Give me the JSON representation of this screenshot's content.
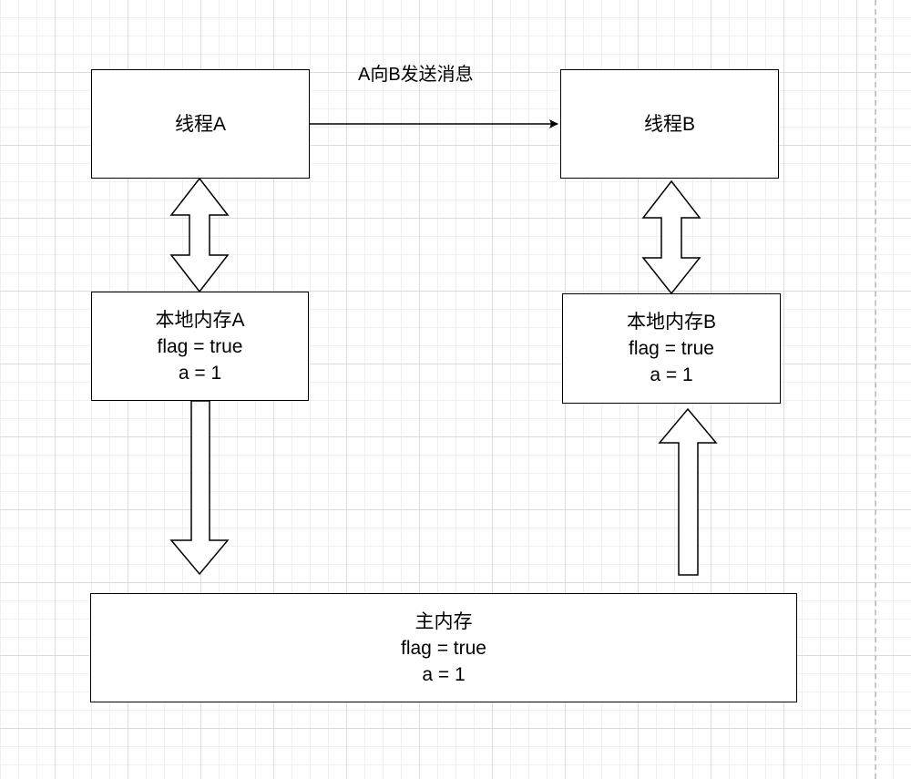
{
  "diagram": {
    "thread_a": {
      "label": "线程A"
    },
    "thread_b": {
      "label": "线程B"
    },
    "message_label": "A向B发送消息",
    "local_memory_a": {
      "title": "本地内存A",
      "flag_line": "flag = true",
      "a_line": "a = 1"
    },
    "local_memory_b": {
      "title": "本地内存B",
      "flag_line": "flag = true",
      "a_line": "a = 1"
    },
    "main_memory": {
      "title": "主内存",
      "flag_line": "flag = true",
      "a_line": "a = 1"
    }
  },
  "colors": {
    "stroke": "#000000",
    "fill": "#ffffff",
    "grid": "#dcdcdc"
  }
}
